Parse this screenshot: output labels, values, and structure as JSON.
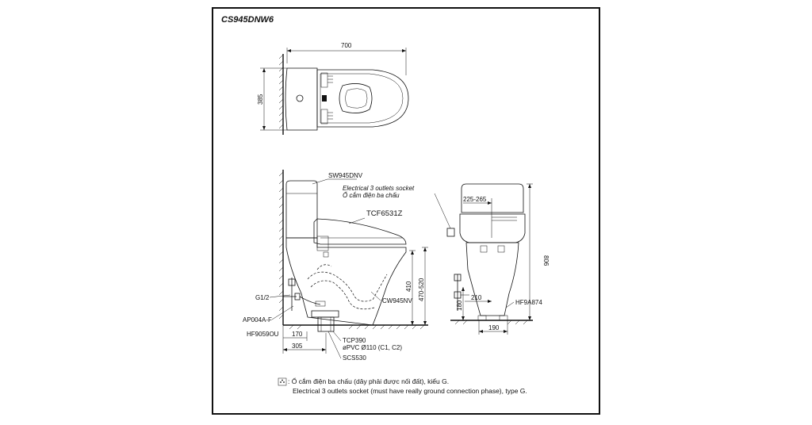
{
  "title": "CS945DNW6",
  "dimensions": {
    "top_width": "700",
    "top_depth": "385",
    "height_total": "806",
    "seat_height": "470-520",
    "bowl_height": "410",
    "outlet_side": "225-265",
    "outlet_height": "180",
    "pipe_offset": "210",
    "rough_in": "305",
    "supply_offset": "170",
    "base_width": "190"
  },
  "labels": {
    "tank": "SW945DNV",
    "socket_en": "Electrical 3 outlets socket",
    "socket_vi": "Ổ cắm điện ba chấu",
    "seat": "TCF6531Z",
    "bowl": "CW945NV",
    "g12": "G1/2",
    "ap004": "AP004A-F",
    "hf9059": "HF9059OU",
    "tcp": "TCP390",
    "pvc": "øPVC Ø110 (C1, C2)",
    "scs": "SCS530",
    "hf9a": "HF9A874"
  },
  "notes": {
    "line1": ": Ổ cắm điện ba chấu (dây phải được nối đất), kiểu G.",
    "line2": "Electrical 3 outlets socket (must have really ground connection phase), type G."
  },
  "icons": {
    "socket_symbol": "socket-symbol-icon"
  }
}
